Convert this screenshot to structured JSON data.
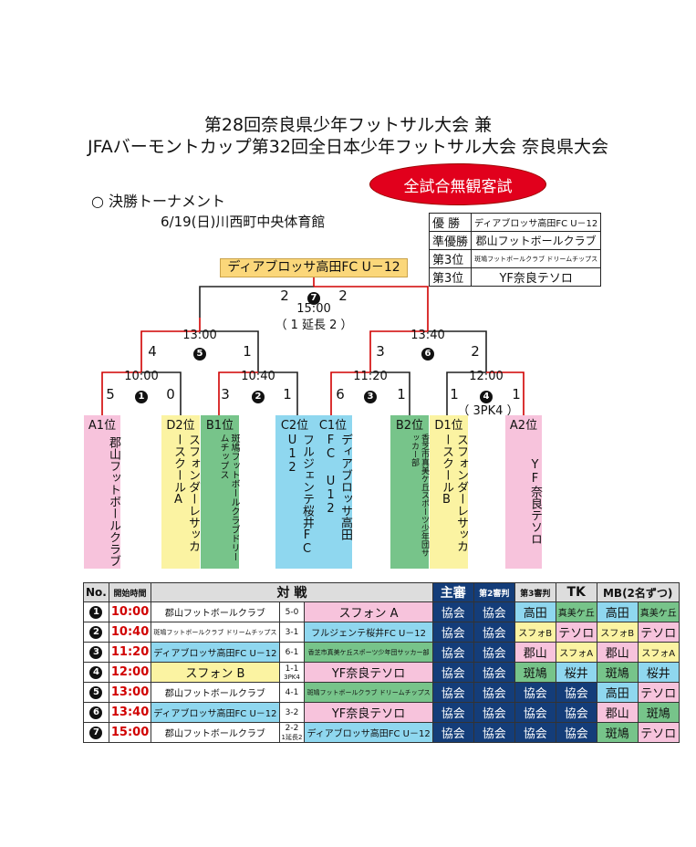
{
  "title_line1": "第28回奈良県少年フットサル大会 兼",
  "title_line2": "JFAバーモントカップ第32回全日本少年フットサル大会 奈良県大会",
  "notice": "全試合無観客試",
  "section_label": "○ 決勝トーナメント",
  "venue": "6/19(日)川西町中央体育館",
  "results": [
    {
      "label": "優 勝",
      "team": "ディアブロッサ高田FC U－12"
    },
    {
      "label": "準優勝",
      "team": "郡山フットボールクラブ"
    },
    {
      "label": "第3位",
      "team": "斑鳩フットボールクラブ ドリームチップス"
    },
    {
      "label": "第3位",
      "team": "YF奈良テソロ"
    }
  ],
  "champion": "ディアブロッサ高田FC U－12",
  "final": {
    "no": "7",
    "left": "2",
    "right": "2",
    "time": "15:00",
    "extra": "（ 1 延長 2 ）"
  },
  "semis": [
    {
      "no": "5",
      "left": "4",
      "right": "1",
      "time": "13:00"
    },
    {
      "no": "6",
      "left": "3",
      "right": "2",
      "time": "13:40"
    }
  ],
  "quarters": [
    {
      "no": "1",
      "left": "5",
      "right": "0",
      "time": "10:00"
    },
    {
      "no": "2",
      "left": "3",
      "right": "1",
      "time": "10:40"
    },
    {
      "no": "3",
      "left": "6",
      "right": "1",
      "time": "11:20"
    },
    {
      "no": "4",
      "left": "1",
      "right": "1",
      "time": "12:00",
      "extra": "（ 3PK4 ）"
    }
  ],
  "teams": [
    {
      "pos": "A1位",
      "name": "郡山フットボールクラブ"
    },
    {
      "pos": "D2位",
      "name": "スフォンダーレサッカースクールA"
    },
    {
      "pos": "B1位",
      "name": "斑鳩フットボールクラブドリームチップス"
    },
    {
      "pos": "C2位",
      "name": "フルジェンテ桜井FC U12"
    },
    {
      "pos": "C1位",
      "name": "ディアブロッサ高田FC U12"
    },
    {
      "pos": "B2位",
      "name": "香芝市真美ケ丘スポーツ少年団サッカー部"
    },
    {
      "pos": "D1位",
      "name": "スフォンダーレサッカースクールB"
    },
    {
      "pos": "A2位",
      "name": "YF奈良テソロ"
    }
  ],
  "sched_header": {
    "no": "No.",
    "time": "開始時間",
    "match": "対 戦",
    "ref1": "主審",
    "ref2": "第2審判",
    "ref3": "第3審判",
    "tk": "TK",
    "mb": "MB(2名ずつ)"
  },
  "schedule": [
    {
      "no": "1",
      "time": "10:00",
      "home": "郡山フットボールクラブ",
      "score": "5-0",
      "score2": "",
      "away": "スフォン A",
      "r1": "協会",
      "r2": "協会",
      "r3": "高田",
      "tk": "真美ケ丘",
      "mb1": "高田",
      "mb2": "真美ケ丘"
    },
    {
      "no": "2",
      "time": "10:40",
      "home": "斑鳩フットボールクラブ ドリームチップス",
      "score": "3-1",
      "score2": "",
      "away": "フルジェンテ桜井FC U－12",
      "r1": "協会",
      "r2": "協会",
      "r3": "スフォB",
      "tk": "テソロ",
      "mb1": "スフォB",
      "mb2": "テソロ"
    },
    {
      "no": "3",
      "time": "11:20",
      "home": "ディアブロッサ高田FC U－12",
      "score": "6-1",
      "score2": "",
      "away": "香芝市真美ケ丘スポーツ少年団サッカー部",
      "r1": "協会",
      "r2": "協会",
      "r3": "郡山",
      "tk": "スフォA",
      "mb1": "郡山",
      "mb2": "スフォA"
    },
    {
      "no": "4",
      "time": "12:00",
      "home": "スフォン B",
      "score": "1-1",
      "score2": "3PK4",
      "away": "YF奈良テソロ",
      "r1": "協会",
      "r2": "協会",
      "r3": "斑鳩",
      "tk": "桜井",
      "mb1": "斑鳩",
      "mb2": "桜井"
    },
    {
      "no": "5",
      "time": "13:00",
      "home": "郡山フットボールクラブ",
      "score": "4-1",
      "score2": "",
      "away": "斑鳩フットボールクラブ ドリームチップス",
      "r1": "協会",
      "r2": "協会",
      "r3": "協会",
      "tk": "協会",
      "mb1": "高田",
      "mb2": "テソロ"
    },
    {
      "no": "6",
      "time": "13:40",
      "home": "ディアブロッサ高田FC U－12",
      "score": "3-2",
      "score2": "",
      "away": "YF奈良テソロ",
      "r1": "協会",
      "r2": "協会",
      "r3": "協会",
      "tk": "協会",
      "mb1": "郡山",
      "mb2": "斑鳩"
    },
    {
      "no": "7",
      "time": "15:00",
      "home": "郡山フットボールクラブ",
      "score": "2-2",
      "score2": "1延長2",
      "away": "ディアブロッサ高田FC U－12",
      "r1": "協会",
      "r2": "協会",
      "r3": "協会",
      "tk": "協会",
      "mb1": "斑鳩",
      "mb2": "テソロ"
    }
  ]
}
